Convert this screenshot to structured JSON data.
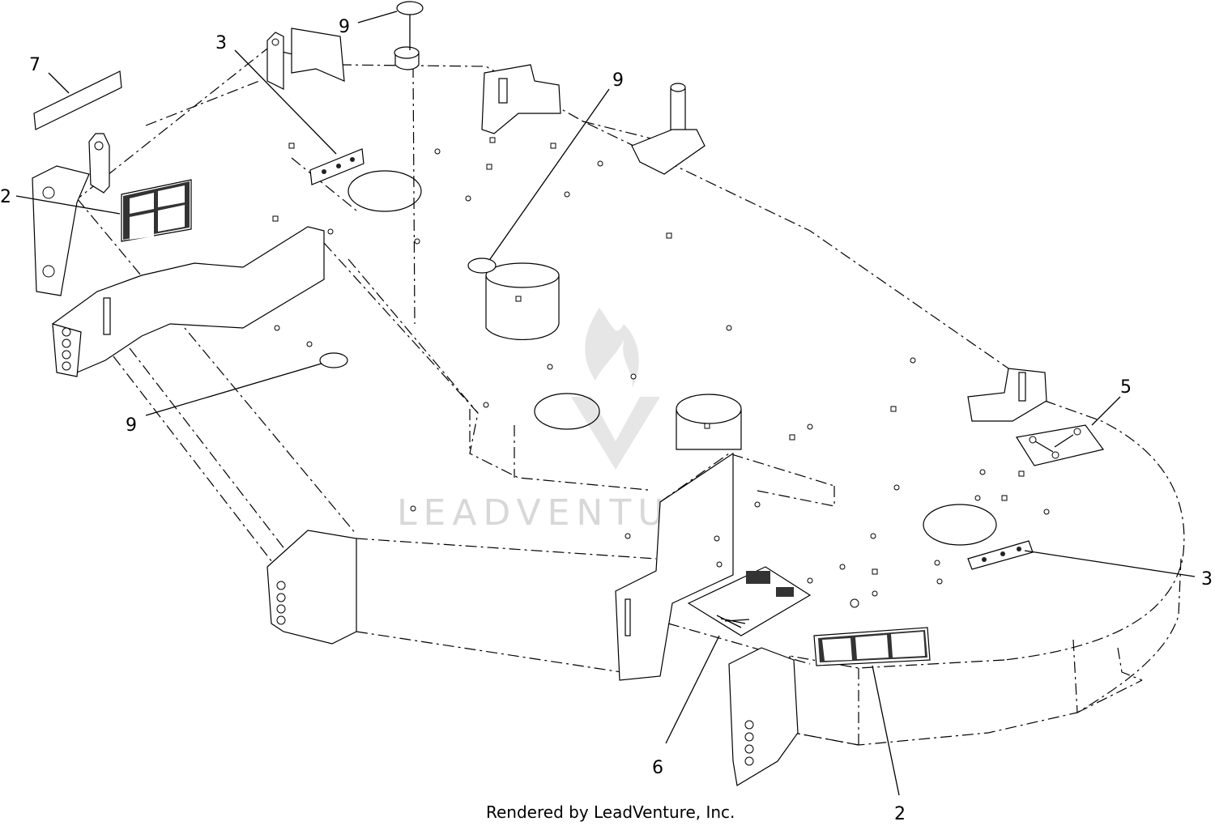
{
  "diagram": {
    "callouts": [
      {
        "id": "callout-7",
        "label": "7"
      },
      {
        "id": "callout-3-top",
        "label": "3"
      },
      {
        "id": "callout-9-top",
        "label": "9"
      },
      {
        "id": "callout-9-right",
        "label": "9"
      },
      {
        "id": "callout-2-left",
        "label": "2"
      },
      {
        "id": "callout-9-left",
        "label": "9"
      },
      {
        "id": "callout-5",
        "label": "5"
      },
      {
        "id": "callout-3-right",
        "label": "3"
      },
      {
        "id": "callout-6",
        "label": "6"
      },
      {
        "id": "callout-2-bottom",
        "label": "2"
      }
    ],
    "credit": "Rendered by LeadVenture, Inc.",
    "watermark": "LEADVENTURE"
  }
}
